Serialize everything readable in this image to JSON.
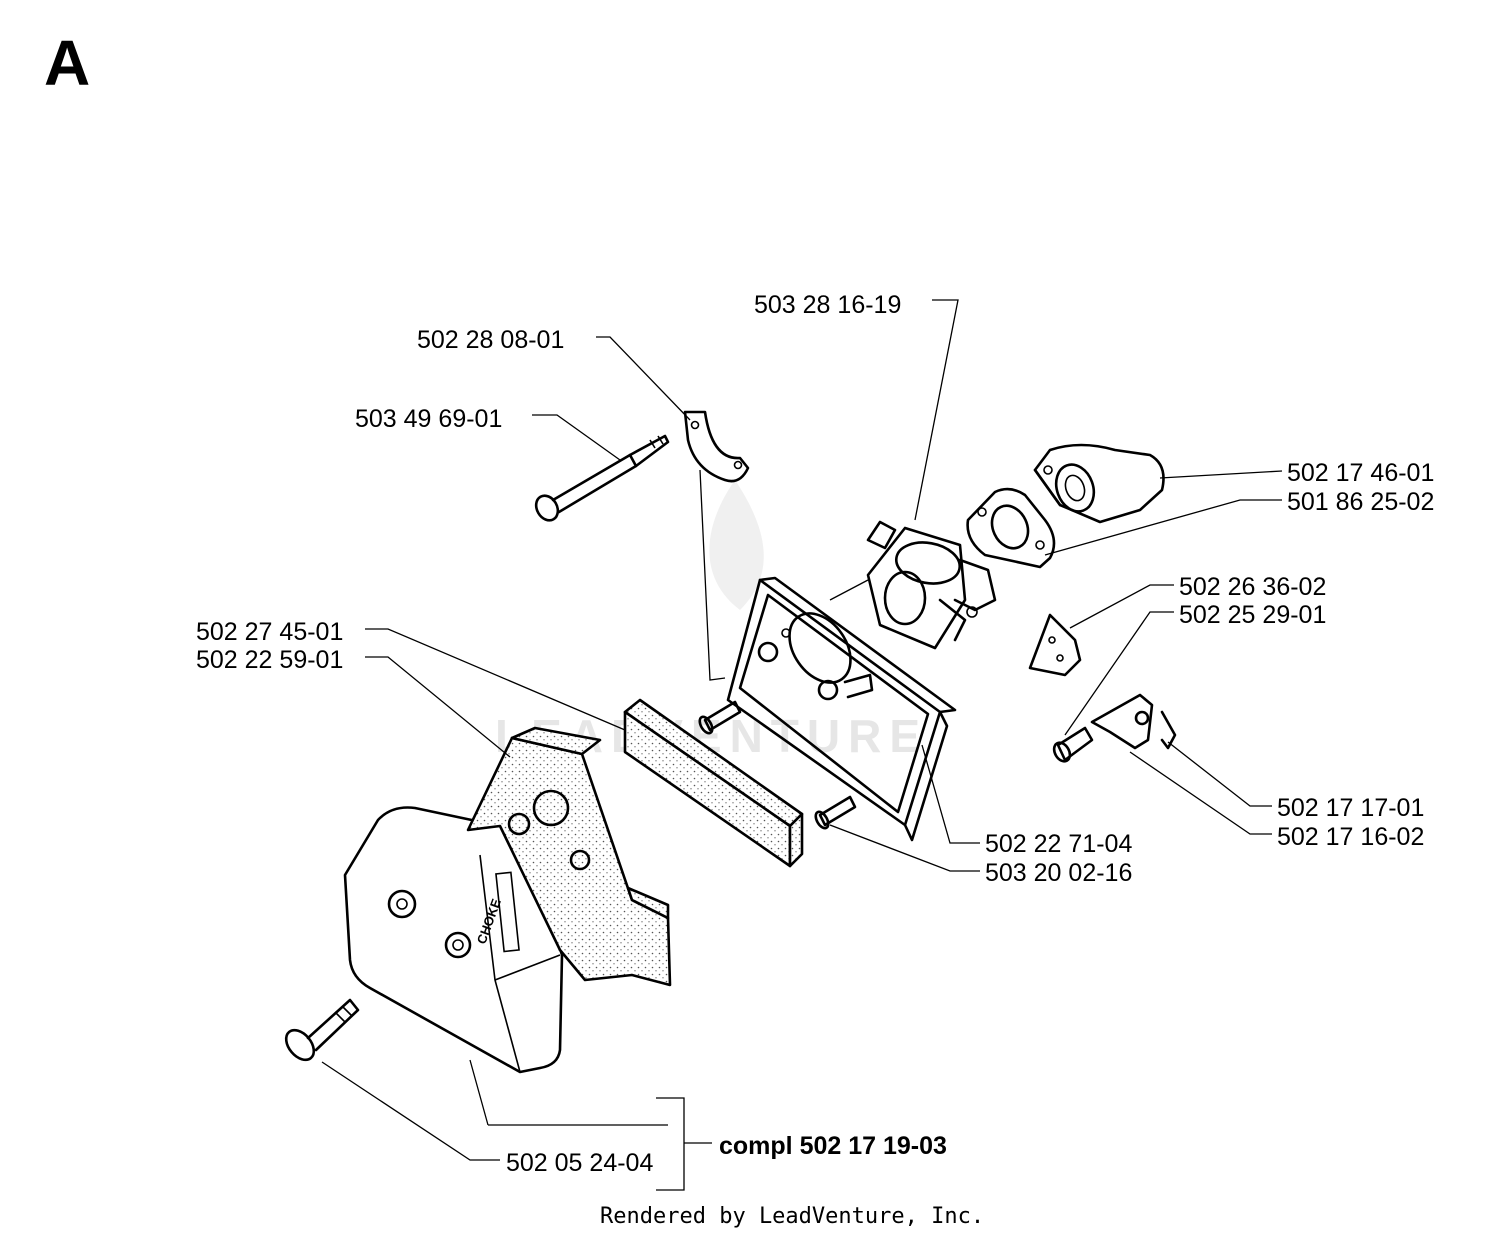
{
  "section_letter": "A",
  "watermark": "LEADVENTURE",
  "credit": "Rendered by LeadVenture, Inc.",
  "cover_marking": "CHOKE",
  "assembly_label": "compl 502 17 19-03",
  "parts": [
    "503 28 16-19",
    "502 28 08-01",
    "503 49 69-01",
    "502 17 46-01",
    "501 86 25-02",
    "502 26 36-02",
    "502 25 29-01",
    "502 27 45-01",
    "502 22 59-01",
    "502 17 17-01",
    "502 17 16-02",
    "502 22 71-04",
    "503 20 02-16",
    "502 05 24-04"
  ]
}
